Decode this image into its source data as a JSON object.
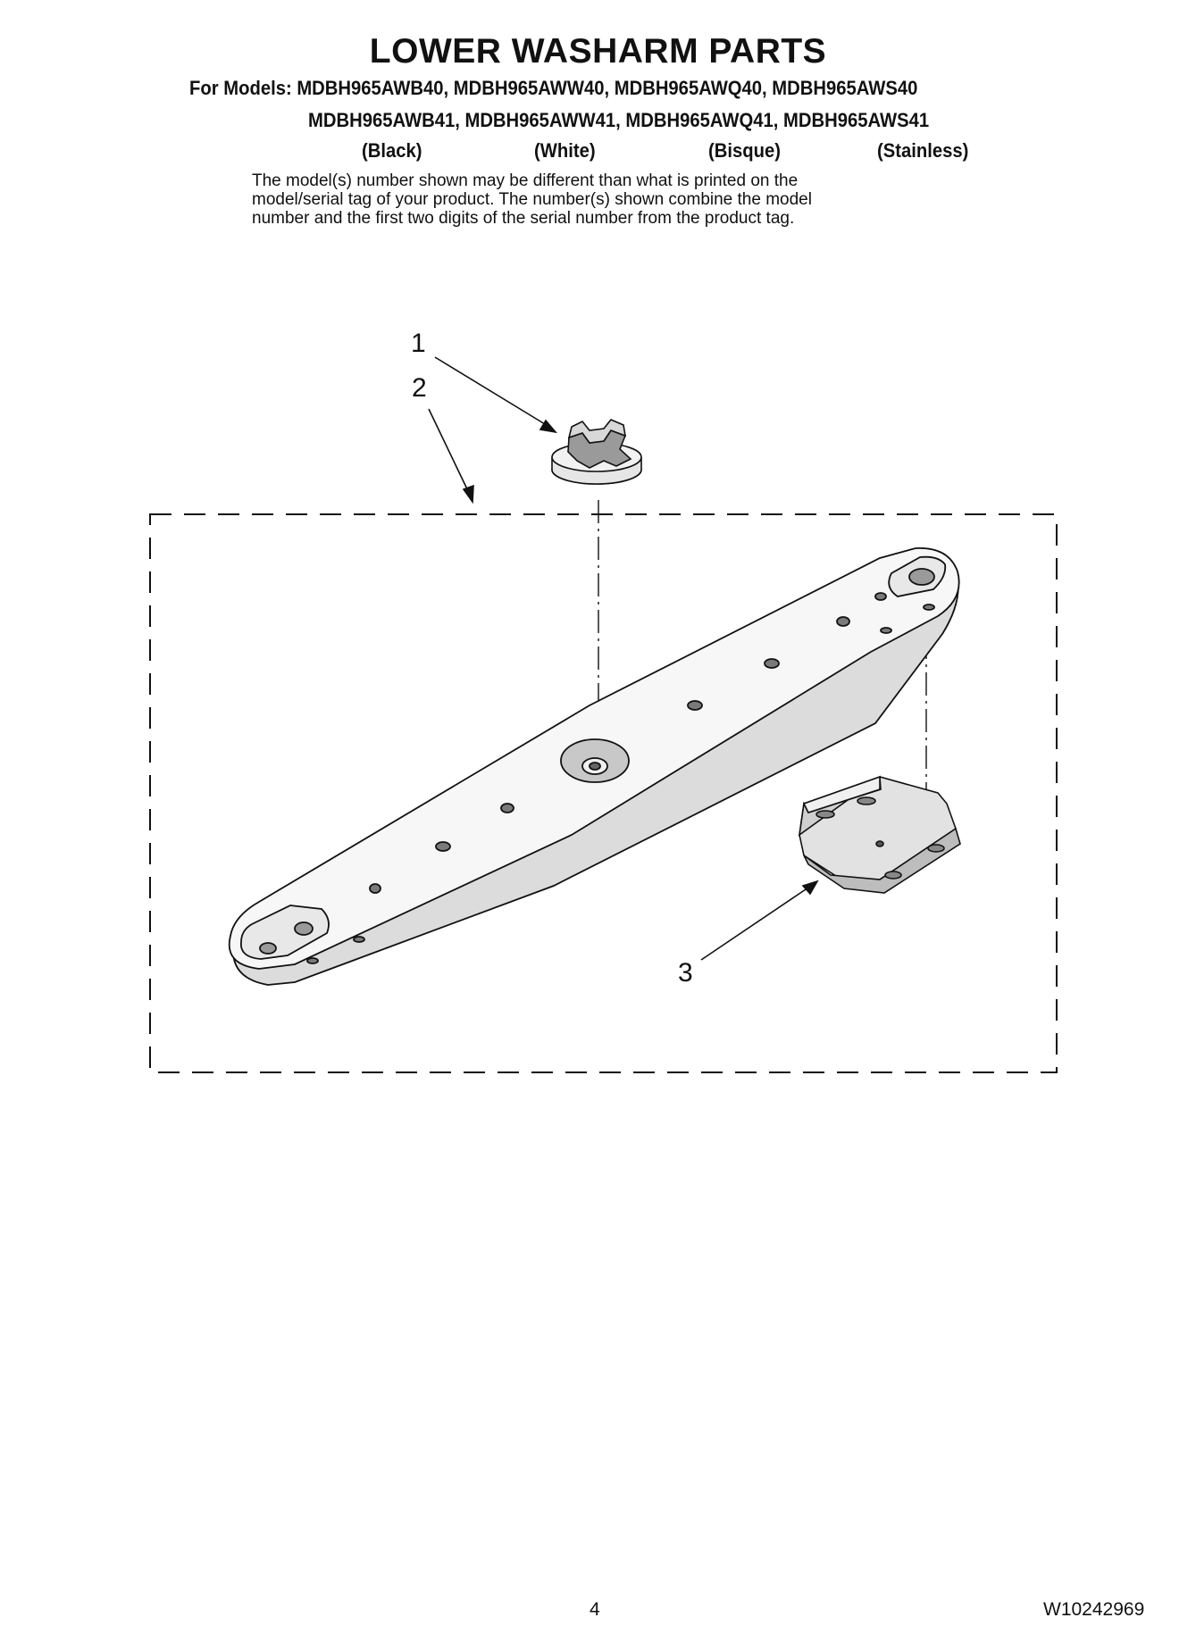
{
  "title": "LOWER WASHARM PARTS",
  "models_line_1": "For Models: MDBH965AWB40, MDBH965AWW40, MDBH965AWQ40, MDBH965AWS40",
  "models_line_2": "MDBH965AWB41, MDBH965AWW41, MDBH965AWQ41, MDBH965AWS41",
  "colors": [
    "(Black)",
    "(White)",
    "(Bisque)",
    "(Stainless)"
  ],
  "note_lines": [
    "The model(s) number shown may be different than what is printed on the",
    "model/serial tag of your product. The number(s) shown combine the model",
    "number and the first two digits of the serial number from the product tag."
  ],
  "callouts": [
    "1",
    "2",
    "3"
  ],
  "page_number": "4",
  "document_number": "W10242969"
}
